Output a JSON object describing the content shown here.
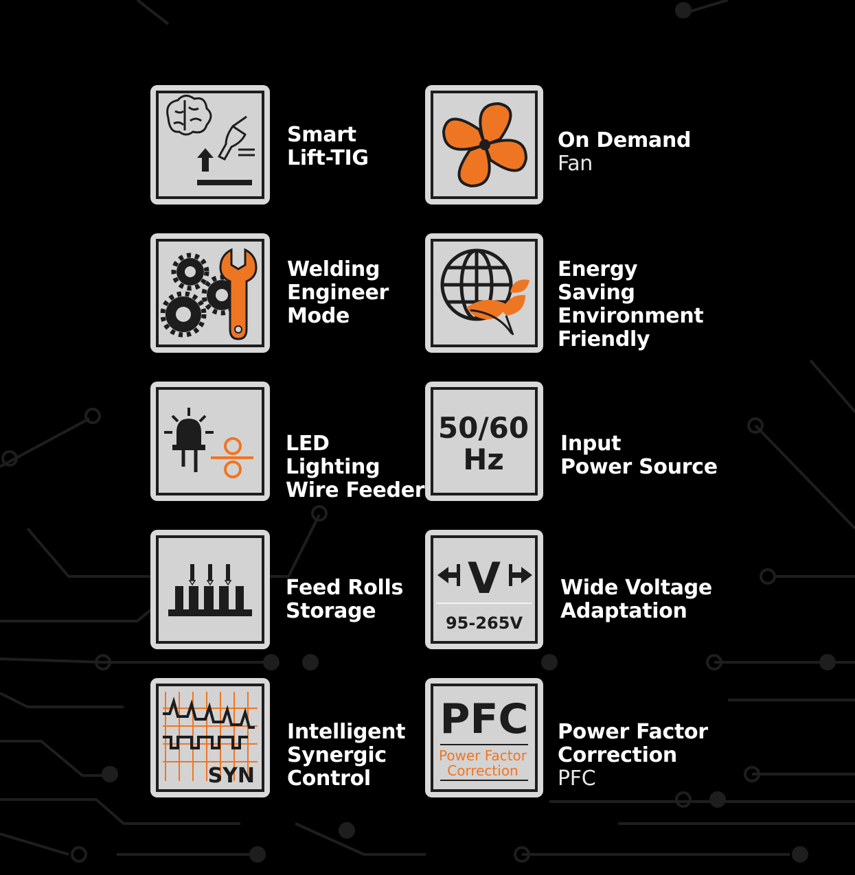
{
  "colors": {
    "accent": "#ee7623",
    "tile": "#d9d9d9",
    "ink": "#1d1d1d",
    "background": "#000000"
  },
  "features": [
    {
      "id": "smart-lift-tig",
      "icon": "brain-torch-icon",
      "lines": [
        "Smart",
        "Lift-TIG"
      ],
      "sub": ""
    },
    {
      "id": "on-demand-fan",
      "icon": "fan-icon",
      "lines": [
        "On Demand"
      ],
      "sub": "Fan"
    },
    {
      "id": "welding-engineer-mode",
      "icon": "gears-wrench-icon",
      "lines": [
        "Welding",
        "Engineer",
        "Mode"
      ],
      "sub": ""
    },
    {
      "id": "energy-saving",
      "icon": "globe-leaf-icon",
      "lines": [
        "Energy",
        "Saving",
        "Environment",
        "Friendly"
      ],
      "sub": ""
    },
    {
      "id": "led-lighting",
      "icon": "led-wire-feeder-icon",
      "lines": [
        "LED",
        "Lighting",
        "Wire Feeder"
      ],
      "sub": ""
    },
    {
      "id": "input-power",
      "icon": "frequency-icon",
      "icon_text": [
        "50/60",
        "Hz"
      ],
      "lines": [
        "Input",
        "Power Source"
      ],
      "sub": ""
    },
    {
      "id": "feed-rolls",
      "icon": "feed-rolls-icon",
      "lines": [
        "Feed Rolls",
        "Storage"
      ],
      "sub": ""
    },
    {
      "id": "wide-voltage",
      "icon": "voltage-icon",
      "icon_text": [
        "V",
        "95-265V"
      ],
      "lines": [
        "Wide Voltage",
        "Adaptation"
      ],
      "sub": ""
    },
    {
      "id": "synergic-control",
      "icon": "synergic-wave-icon",
      "icon_text": [
        "SYN"
      ],
      "lines": [
        "Intelligent",
        "Synergic",
        "Control"
      ],
      "sub": ""
    },
    {
      "id": "pfc",
      "icon": "pfc-icon",
      "icon_text": [
        "PFC",
        "Power Factor",
        "Correction"
      ],
      "lines": [
        "Power Factor",
        "Correction"
      ],
      "sub": "PFC"
    }
  ]
}
